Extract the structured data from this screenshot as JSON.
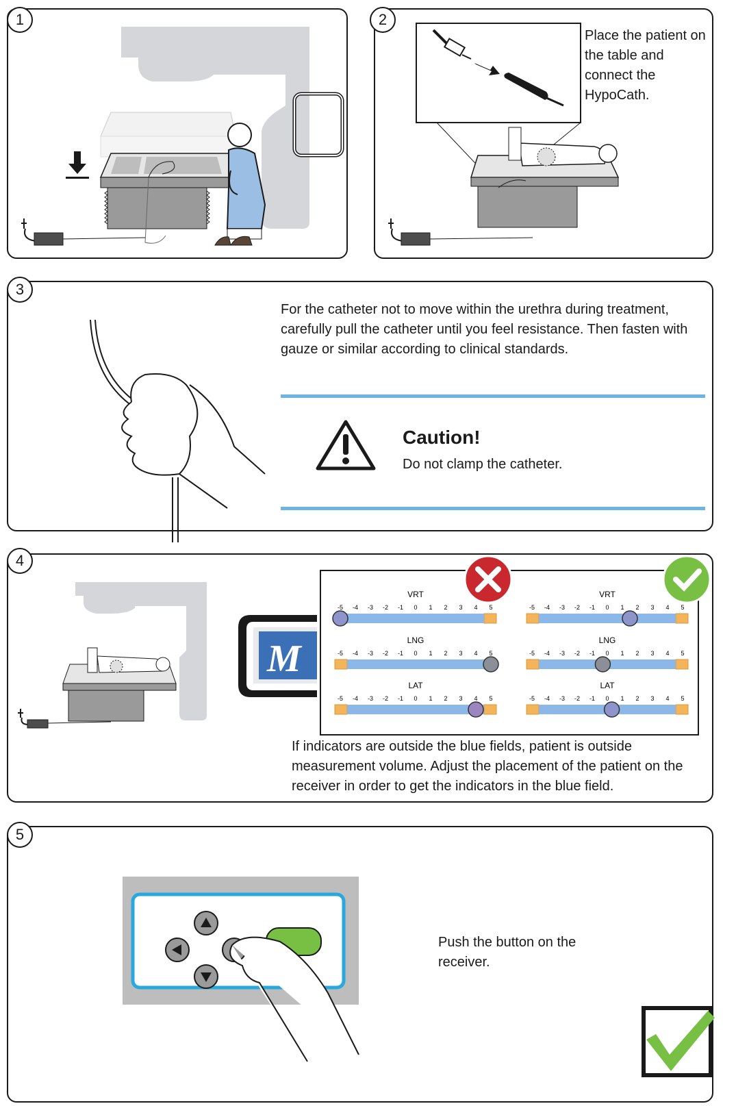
{
  "steps": [
    {
      "num": "1"
    },
    {
      "num": "2",
      "text": "Place the patient on the table and connect the HypoCath."
    },
    {
      "num": "3",
      "text": "For the catheter not to move within the urethra during treatment, carefully pull the catheter until you feel resistance. Then fasten with gauze or similar according to clinical standards.",
      "caution_title": "Caution!",
      "caution_text": "Do not clamp the catheter."
    },
    {
      "num": "4",
      "text": "If indicators are outside the blue fields, patient is outside measurement volume. Adjust the placement of the patient on the receiver in order to get the indicators in the blue field."
    },
    {
      "num": "5",
      "text": "Push the button on the receiver."
    }
  ],
  "indicator_panel": {
    "ticks": [
      "-5",
      "-4",
      "-3",
      "-2",
      "-1",
      "0",
      "1",
      "2",
      "3",
      "4",
      "5"
    ],
    "wrong": [
      {
        "axis": "VRT",
        "value": -5
      },
      {
        "axis": "LNG",
        "value": 5
      },
      {
        "axis": "LAT",
        "value": 4
      }
    ],
    "correct": [
      {
        "axis": "VRT",
        "value": 1.5
      },
      {
        "axis": "LNG",
        "value": -0.3
      },
      {
        "axis": "LAT",
        "value": 0.3
      }
    ]
  },
  "colors": {
    "scale_blue": "#8bb8e8",
    "scale_orange": "#f3b45a",
    "wrong_red": "#c8282e",
    "correct_green": "#77c043",
    "accent_blue": "#6cb4e6",
    "marker_gray": "#8a8f98",
    "marker_purple": "#9b86c2",
    "marker_blue": "#8e95cc"
  }
}
